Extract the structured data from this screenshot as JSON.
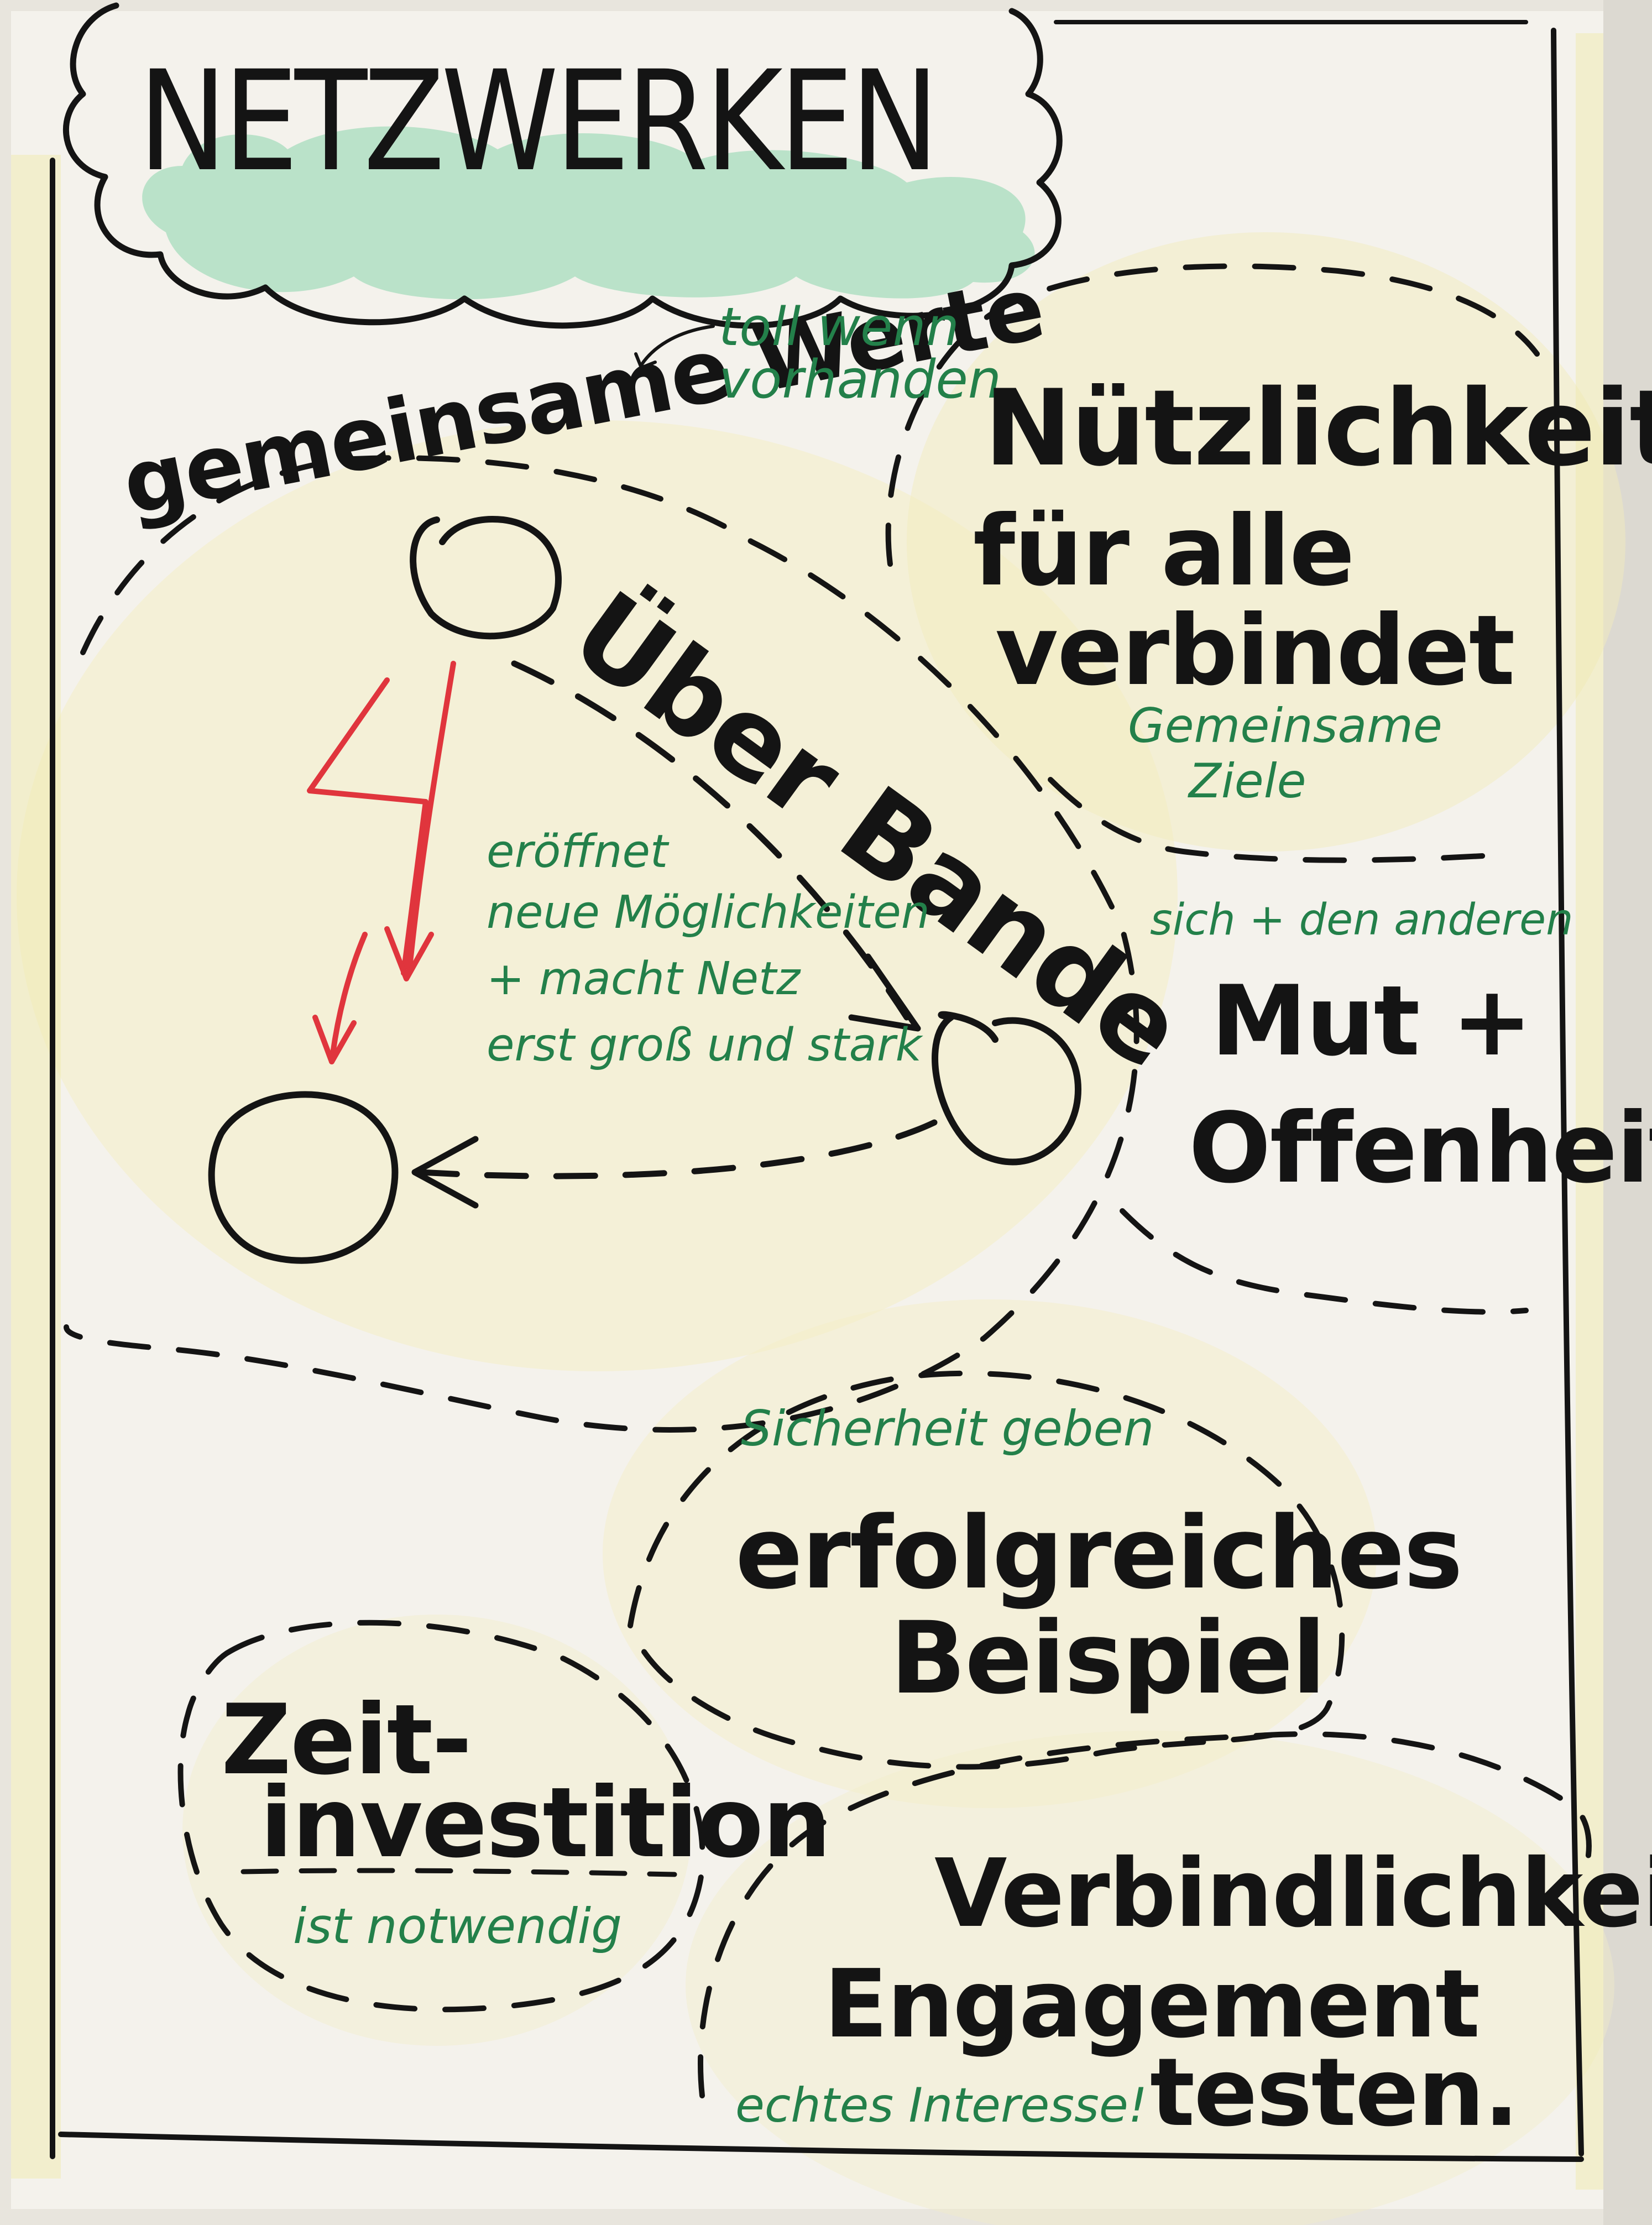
{
  "colors": {
    "paper": "#f4f2ec",
    "ink_black": "#141414",
    "ink_green": "#23804a",
    "ink_red": "#e0353d",
    "highlight_yellow": "#f2ecb4",
    "highlight_green": "#9fd9b6"
  },
  "title": "NETZWERKEN",
  "sections": {
    "werte": {
      "heading": "gemeinsame Werte",
      "note": [
        "toll wenn",
        "vorhanden"
      ]
    },
    "bande": {
      "heading": "Über Bande",
      "note": [
        "eröffnet",
        "neue Möglichkeiten",
        "+ macht Netz",
        "erst groß und stark"
      ]
    },
    "nuetzlichkeit": {
      "heading": [
        "Nützlichkeit",
        "für alle",
        "verbindet"
      ],
      "note": [
        "Gemeinsame",
        "Ziele"
      ]
    },
    "mut": {
      "note": "sich + den anderen",
      "heading": [
        "Mut +",
        "Offenheit"
      ]
    },
    "beispiel": {
      "note": "Sicherheit geben",
      "heading": [
        "erfolgreiches",
        "Beispiel"
      ]
    },
    "zeit": {
      "heading": [
        "Zeit-",
        "investition"
      ],
      "note": "ist notwendig"
    },
    "verbindlichkeit": {
      "heading": [
        "Verbindlichkeit",
        "Engagement",
        "testen."
      ],
      "note": "echtes Interesse!"
    }
  }
}
